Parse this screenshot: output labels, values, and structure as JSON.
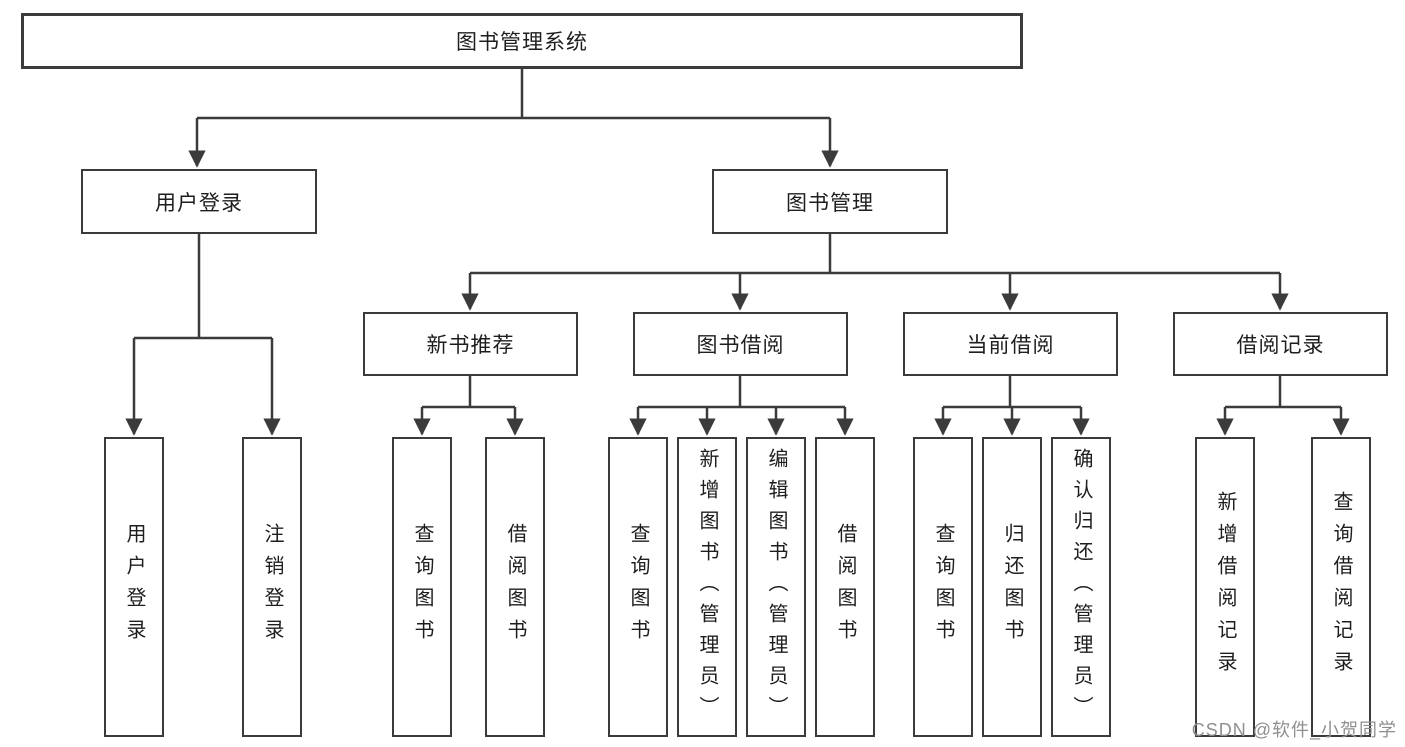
{
  "diagram": {
    "type": "hierarchy-tree",
    "colors": {
      "line": "#3b3b3b",
      "text": "#1e1e1e",
      "watermark_gray": "#8f8f8f",
      "background": "#ffffff"
    },
    "tree": {
      "label": "图书管理系统",
      "children": [
        {
          "label": "用户登录",
          "children": [
            {
              "label": "用户登录"
            },
            {
              "label": "注销登录"
            }
          ]
        },
        {
          "label": "图书管理",
          "children": [
            {
              "label": "新书推荐",
              "children": [
                {
                  "label": "查询图书"
                },
                {
                  "label": "借阅图书"
                }
              ]
            },
            {
              "label": "图书借阅",
              "children": [
                {
                  "label": "查询图书"
                },
                {
                  "label": "新增图书（管理员）"
                },
                {
                  "label": "编辑图书（管理员）"
                },
                {
                  "label": "借阅图书"
                }
              ]
            },
            {
              "label": "当前借阅",
              "children": [
                {
                  "label": "查询图书"
                },
                {
                  "label": "归还图书"
                },
                {
                  "label": "确认归还（管理员）"
                }
              ]
            },
            {
              "label": "借阅记录",
              "children": [
                {
                  "label": "新增借阅记录"
                },
                {
                  "label": "查询借阅记录"
                }
              ]
            }
          ]
        }
      ]
    }
  },
  "watermark": {
    "text": "CSDN @软件_小贺同学"
  }
}
